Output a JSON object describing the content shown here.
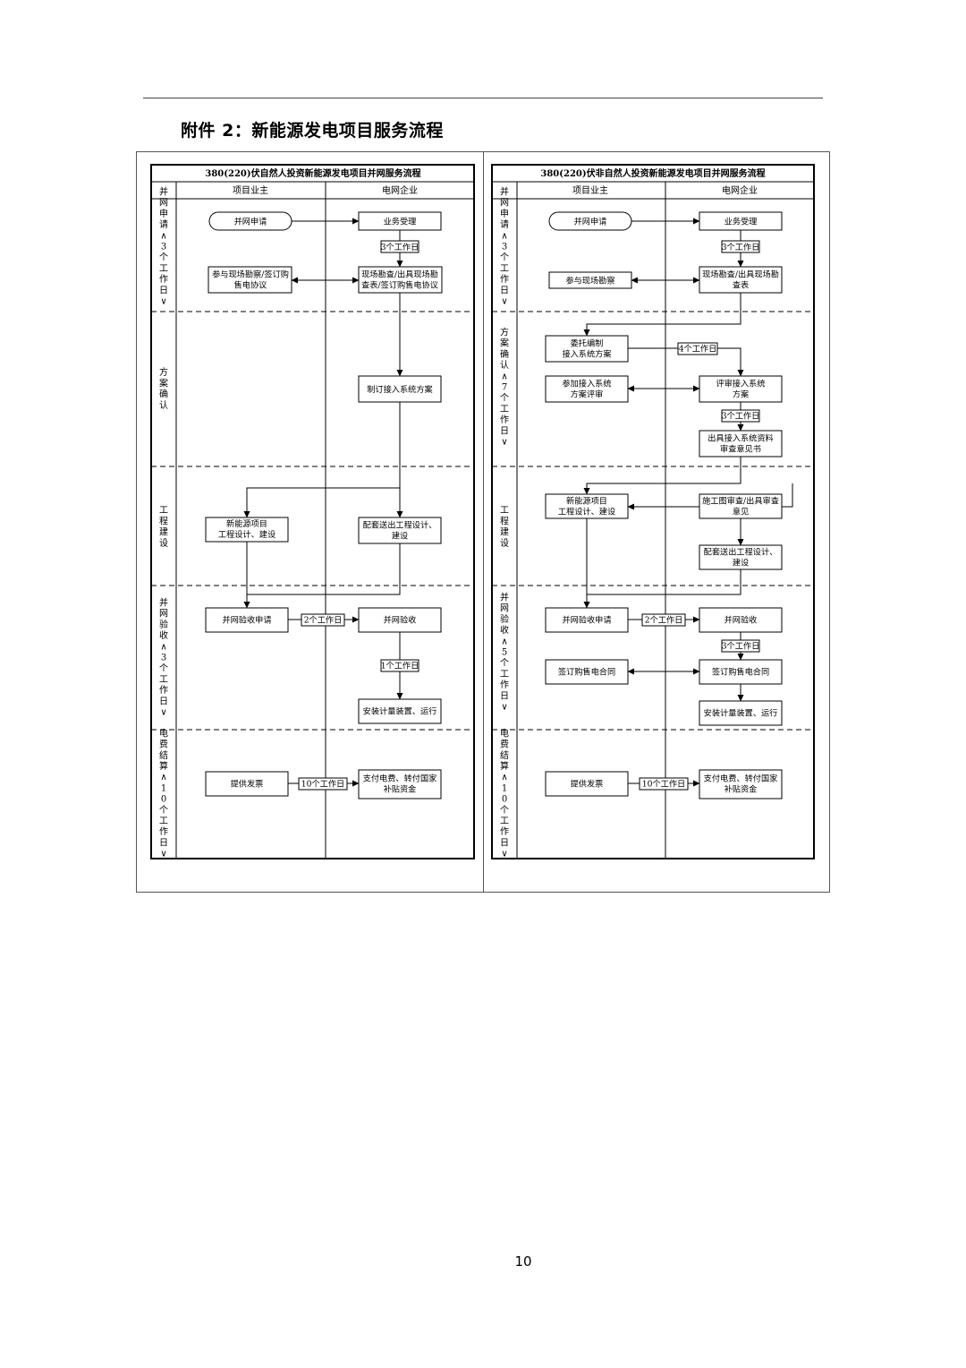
{
  "doc_title": "附件 2：新能源发电项目服务流程",
  "page_number": "10",
  "left": {
    "title": "380(220)伏自然人投资新能源发电项目并网服务流程",
    "col_owner": "项目业主",
    "col_grid": "电网企业",
    "stages": {
      "s1": "并网申请∧3个工作日∨",
      "s2": "方案确认",
      "s3": "工程建设",
      "s4": "并网验收∧3个工作日∨",
      "s5": "电费结算∧10个工作日∨"
    },
    "boxes": {
      "apply": "并网申请",
      "accept": "业务受理",
      "survey_owner_1": "参与现场勘察/签订购",
      "survey_owner_2": "售电协议",
      "survey_grid_1": "现场勘查/出具现场勘",
      "survey_grid_2": "查表/签订购售电协议",
      "plan": "制订接入系统方案",
      "build_owner_1": "新能源项目",
      "build_owner_2": "工程设计、建设",
      "build_grid_1": "配套送出工程设计、",
      "build_grid_2": "建设",
      "acc_apply": "并网验收申请",
      "acc": "并网验收",
      "meter": "安装计量装置、运行",
      "invoice": "提供发票",
      "pay_1": "支付电费、转付国家",
      "pay_2": "补贴资金"
    },
    "labels": {
      "d3": "3个工作日",
      "d2": "2个工作日",
      "d1": "1个工作日",
      "d10": "10个工作日"
    }
  },
  "right": {
    "title": "380(220)伏非自然人投资新能源发电项目并网服务流程",
    "col_owner": "项目业主",
    "col_grid": "电网企业",
    "stages": {
      "s1": "并网申请∧3个工作日∨",
      "s2": "方案确认∧7个工作日∨",
      "s3": "工程建设",
      "s4": "并网验收∧5个工作日∨",
      "s5": "电费结算∧10个工作日∨"
    },
    "boxes": {
      "apply": "并网申请",
      "accept": "业务受理",
      "survey_owner": "参与现场勘察",
      "survey_grid_1": "现场勘查/出具现场勘",
      "survey_grid_2": "查表",
      "entrust_1": "委托编制",
      "entrust_2": "接入系统方案",
      "review_owner_1": "参加接入系统",
      "review_owner_2": "方案评审",
      "review_grid_1": "评审接入系统",
      "review_grid_2": "方案",
      "opinion_1": "出具接入系统资料",
      "opinion_2": "审查意见书",
      "build_owner_1": "新能源项目",
      "build_owner_2": "工程设计、建设",
      "drawing_1": "施工图审查/出具审查",
      "drawing_2": "意见",
      "build_grid_1": "配套送出工程设计、",
      "build_grid_2": "建设",
      "acc_apply": "并网验收申请",
      "acc": "并网验收",
      "contract_owner": "签订购售电合同",
      "contract_grid": "签订购售电合同",
      "meter": "安装计量装置、运行",
      "invoice": "提供发票",
      "pay_1": "支付电费、转付国家",
      "pay_2": "补贴资金"
    },
    "labels": {
      "d3a": "3个工作日",
      "d4": "4个工作日",
      "d3b": "3个工作日",
      "d2": "2个工作日",
      "d3c": "3个工作日",
      "d10": "10个工作日"
    }
  }
}
